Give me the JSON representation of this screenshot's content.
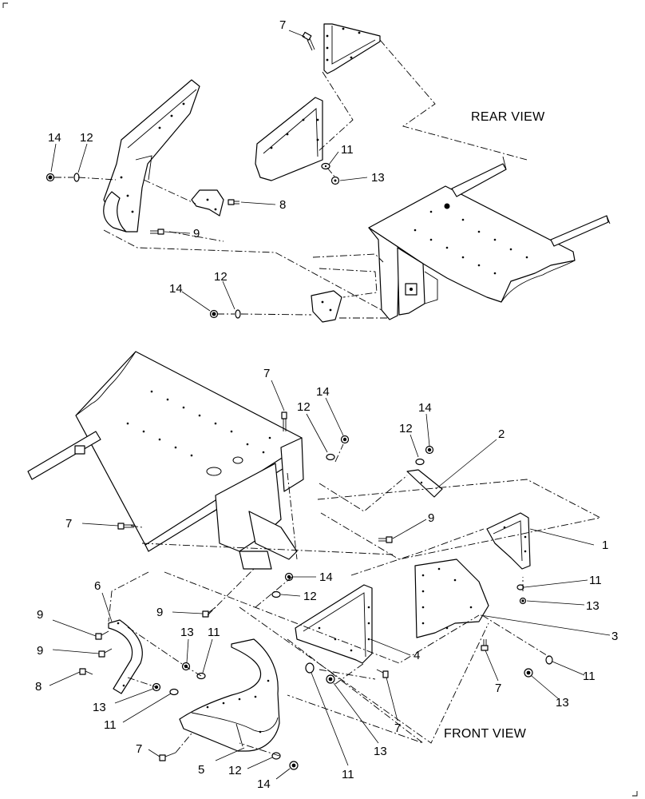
{
  "views": {
    "rear": "REAR VIEW",
    "front": "FRONT VIEW"
  },
  "callouts": {
    "rear_7": "7",
    "rear_14_top": "14",
    "rear_12_top": "12",
    "rear_11": "11",
    "rear_13": "13",
    "rear_8": "8",
    "rear_9": "9",
    "rear_14_bot": "14",
    "rear_12_bot": "12",
    "front_7_top": "7",
    "front_14_a": "14",
    "front_12_a": "12",
    "front_14_b": "14",
    "front_12_b": "12",
    "front_2": "2",
    "front_7_left": "7",
    "front_9_mid": "9",
    "front_1": "1",
    "front_14_c": "14",
    "front_12_c": "12",
    "front_9_low": "9",
    "front_11_r": "11",
    "front_13_r": "13",
    "front_6": "6",
    "front_3": "3",
    "front_9_a": "9",
    "front_9_b": "9",
    "front_13_m": "13",
    "front_11_m": "11",
    "front_4": "4",
    "front_8": "8",
    "front_13_l": "13",
    "front_11_l": "11",
    "front_7_r": "7",
    "front_11_rr": "11",
    "front_13_rr": "13",
    "front_7_bot": "7",
    "front_7_mid": "7",
    "front_13_b": "13",
    "front_5": "5",
    "front_12_bot": "12",
    "front_14_bot": "14",
    "front_11_bot": "11"
  }
}
